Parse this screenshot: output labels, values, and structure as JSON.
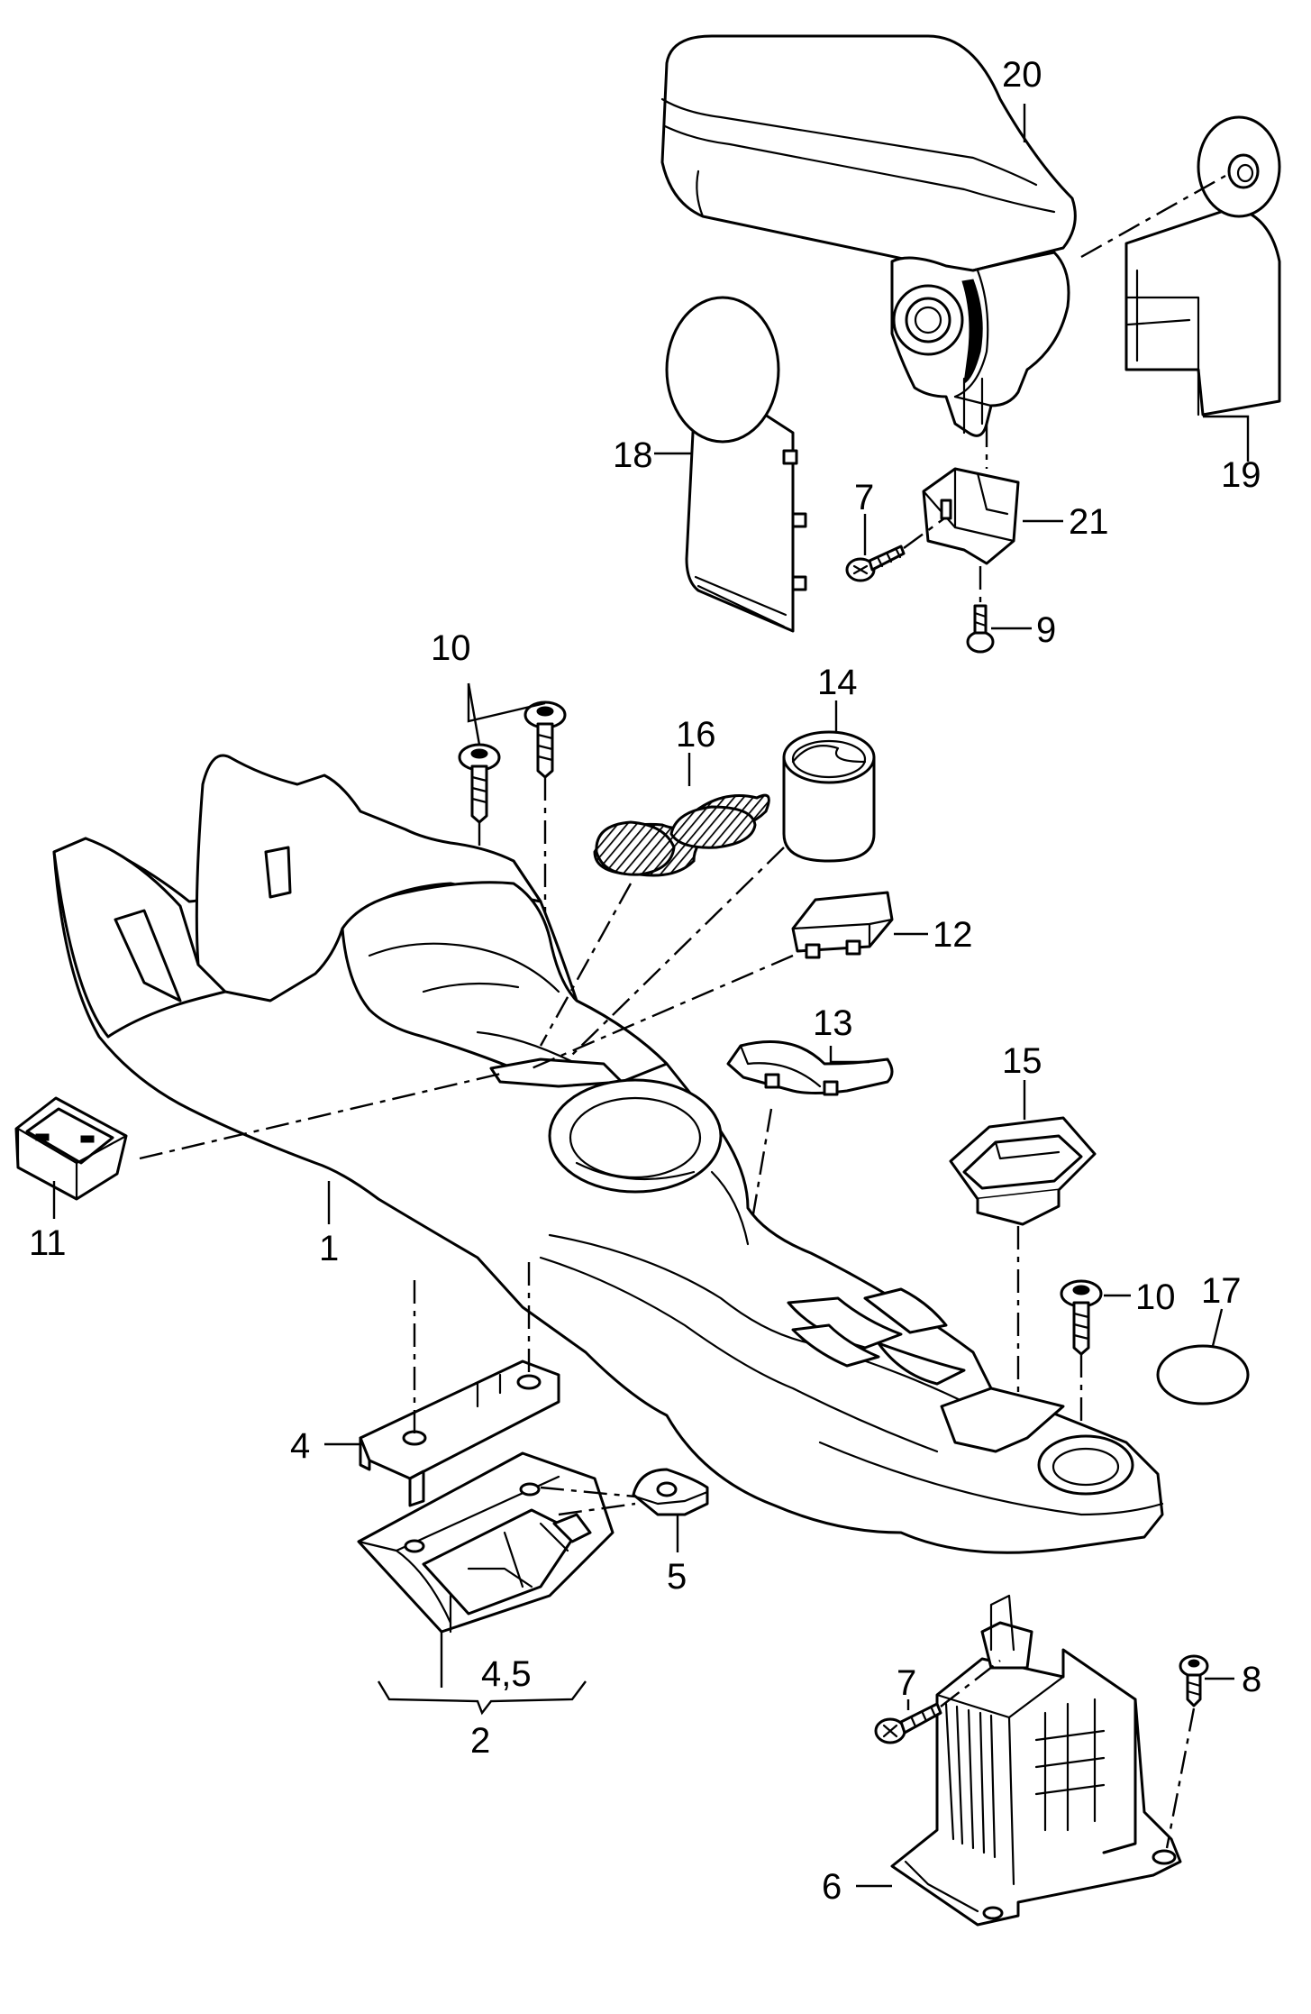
{
  "callouts": {
    "c1": "1",
    "c2": "2",
    "c2_sub": "4,5",
    "c4": "4",
    "c5": "5",
    "c6": "6",
    "c7_top": "7",
    "c7_bottom": "7",
    "c8": "8",
    "c9": "9",
    "c10_top": "10",
    "c10_right": "10",
    "c11": "11",
    "c12": "12",
    "c13": "13",
    "c14": "14",
    "c15": "15",
    "c16": "16",
    "c17": "17",
    "c18": "18",
    "c19": "19",
    "c20": "20",
    "c21": "21"
  },
  "colors": {
    "line": "#000000",
    "background": "#ffffff"
  }
}
